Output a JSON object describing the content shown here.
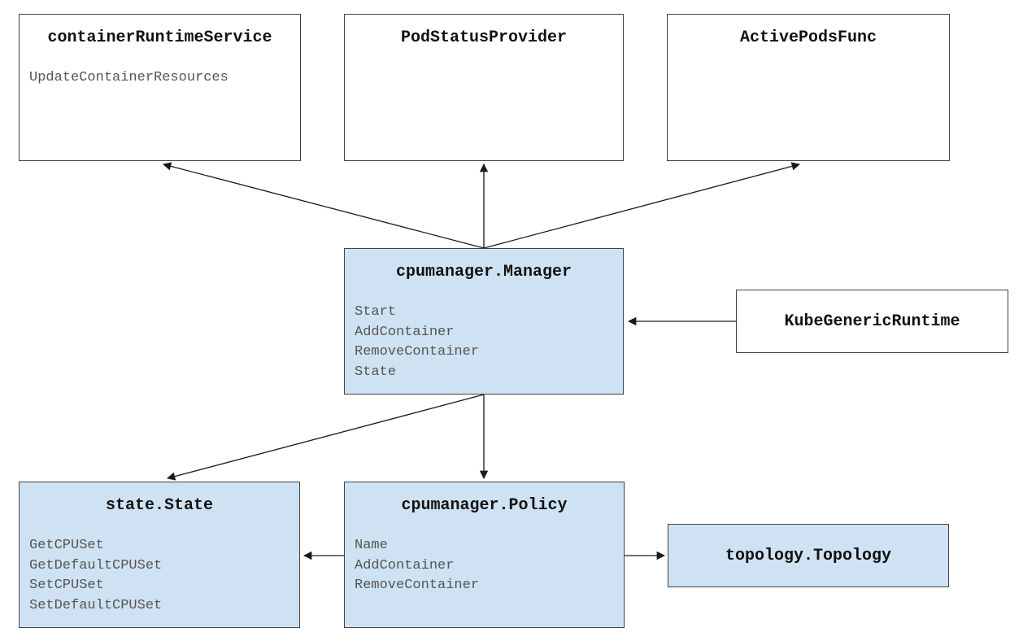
{
  "boxes": [
    {
      "id": "containerRuntimeService",
      "title": "containerRuntimeService",
      "fill": "white",
      "methods": [
        "UpdateContainerResources"
      ]
    },
    {
      "id": "PodStatusProvider",
      "title": "PodStatusProvider",
      "fill": "white",
      "methods": []
    },
    {
      "id": "ActivePodsFunc",
      "title": "ActivePodsFunc",
      "fill": "white",
      "methods": []
    },
    {
      "id": "cpumanager.Manager",
      "title": "cpumanager.Manager",
      "fill": "blue",
      "methods": [
        "Start",
        "AddContainer",
        "RemoveContainer",
        "State"
      ]
    },
    {
      "id": "KubeGenericRuntime",
      "title": "KubeGenericRuntime",
      "fill": "white",
      "methods": []
    },
    {
      "id": "state.State",
      "title": "state.State",
      "fill": "blue",
      "methods": [
        "GetCPUSet",
        "GetDefaultCPUSet",
        "SetCPUSet",
        "SetDefaultCPUSet"
      ]
    },
    {
      "id": "cpumanager.Policy",
      "title": "cpumanager.Policy",
      "fill": "blue",
      "methods": [
        "Name",
        "AddContainer",
        "RemoveContainer"
      ]
    },
    {
      "id": "topology.Topology",
      "title": "topology.Topology",
      "fill": "blue",
      "methods": []
    }
  ],
  "edges": [
    {
      "from": "cpumanager.Manager",
      "to": "containerRuntimeService"
    },
    {
      "from": "cpumanager.Manager",
      "to": "PodStatusProvider"
    },
    {
      "from": "cpumanager.Manager",
      "to": "ActivePodsFunc"
    },
    {
      "from": "KubeGenericRuntime",
      "to": "cpumanager.Manager"
    },
    {
      "from": "cpumanager.Manager",
      "to": "state.State"
    },
    {
      "from": "cpumanager.Manager",
      "to": "cpumanager.Policy"
    },
    {
      "from": "cpumanager.Policy",
      "to": "state.State"
    },
    {
      "from": "cpumanager.Policy",
      "to": "topology.Topology"
    }
  ],
  "colors": {
    "background": "#ffffff",
    "box_fill_highlight": "#cfe2f3",
    "box_fill_plain": "#ffffff",
    "box_border": "#434343",
    "title_text": "#111111",
    "method_text": "#555555",
    "arrow": "#1a1a1a"
  }
}
